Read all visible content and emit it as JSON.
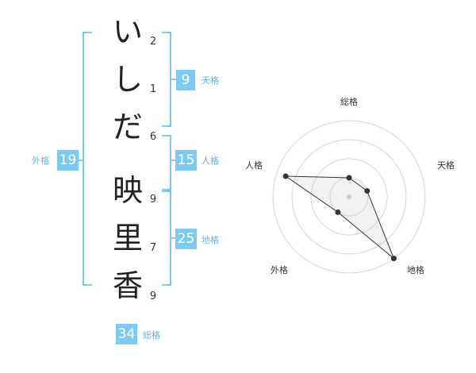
{
  "name_chars": [
    {
      "char": "い",
      "strokes": "2"
    },
    {
      "char": "し",
      "strokes": "1"
    },
    {
      "char": "だ",
      "strokes": "6"
    },
    {
      "char": "映",
      "strokes": "9"
    },
    {
      "char": "里",
      "strokes": "7"
    },
    {
      "char": "香",
      "strokes": "9"
    }
  ],
  "fortunes": {
    "tenkaku": {
      "value": "9",
      "label": "天格"
    },
    "jinkaku": {
      "value": "15",
      "label": "人格"
    },
    "chikaku": {
      "value": "25",
      "label": "地格"
    },
    "gaikaku": {
      "value": "19",
      "label": "外格"
    },
    "soukaku": {
      "value": "34",
      "label": "総格"
    }
  },
  "colors": {
    "accent": "#7ecbf2",
    "accent_text": "#5bb6e8",
    "text": "#222222"
  },
  "chart_data": {
    "type": "radar",
    "axes": [
      "総格",
      "天格",
      "地格",
      "外格",
      "人格"
    ],
    "scale_rings": 4,
    "levels": [
      1,
      1,
      4,
      1,
      3.5
    ]
  }
}
